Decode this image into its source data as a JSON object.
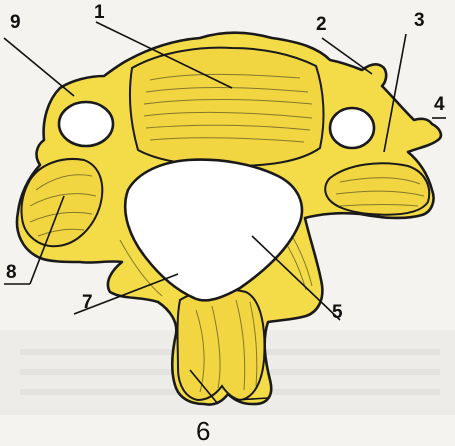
{
  "labels": {
    "l1": "1",
    "l2": "2",
    "l3": "3",
    "l4": "4",
    "l5": "5",
    "l6": "6",
    "l7": "7",
    "l8": "8",
    "l9": "9"
  },
  "colors": {
    "bone": "#f3dc47",
    "outline": "#1a1a1a",
    "background": "#f4f3f0"
  }
}
